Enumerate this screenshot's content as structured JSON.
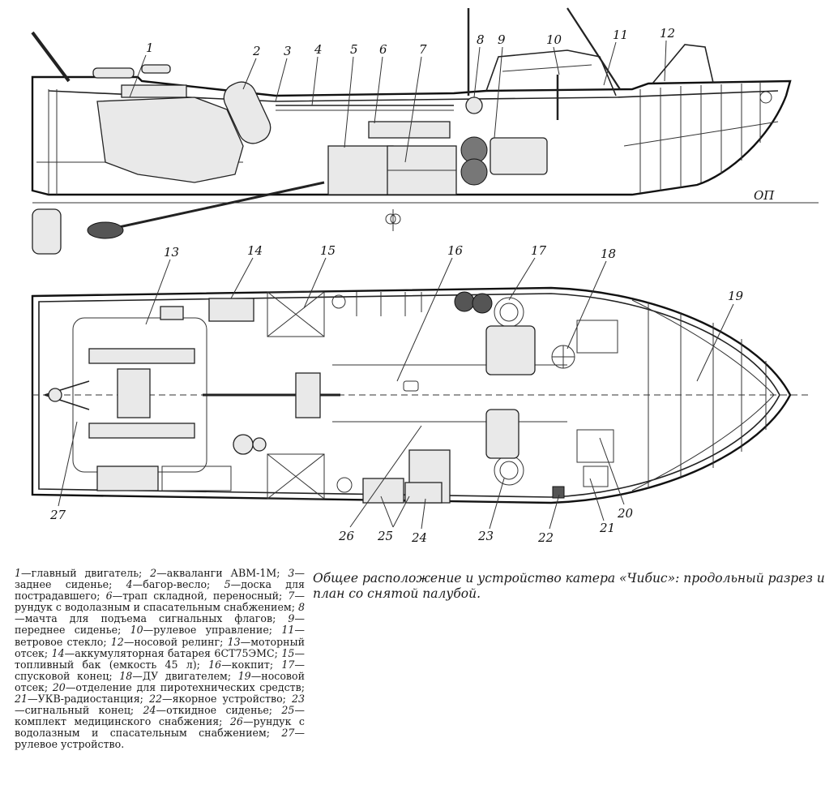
{
  "callouts": {
    "n1": "1",
    "n2": "2",
    "n3": "3",
    "n4": "4",
    "n5": "5",
    "n6": "6",
    "n7": "7",
    "n8": "8",
    "n9": "9",
    "n10": "10",
    "n11": "11",
    "n12": "12",
    "n13": "13",
    "n14": "14",
    "n15": "15",
    "n16": "16",
    "n17": "17",
    "n18": "18",
    "n19": "19",
    "n20": "20",
    "n21": "21",
    "n22": "22",
    "n23": "23",
    "n24": "24",
    "n25": "25",
    "n26": "26",
    "n27": "27",
    "baseline": "ОП"
  },
  "legend": [
    {
      "num": "1",
      "text": "главный двигатель;"
    },
    {
      "num": "2",
      "text": "акваланги АВМ-1М;"
    },
    {
      "num": "3",
      "text": "заднее сиденье;"
    },
    {
      "num": "4",
      "text": "багор-весло;"
    },
    {
      "num": "5",
      "text": "доска для пострадавшего;"
    },
    {
      "num": "6",
      "text": "трап складной, переносный;"
    },
    {
      "num": "7",
      "text": "рундук с водолазным и спасательным снабжением;"
    },
    {
      "num": "8",
      "text": "мачта для подъема сигнальных флагов;"
    },
    {
      "num": "9",
      "text": "переднее сиденье;"
    },
    {
      "num": "10",
      "text": "рулевое управление;"
    },
    {
      "num": "11",
      "text": "ветровое стекло;"
    },
    {
      "num": "12",
      "text": "носовой релинг;"
    },
    {
      "num": "13",
      "text": "моторный отсек;"
    },
    {
      "num": "14",
      "text": "аккумуляторная батарея 6СТ75ЭМС;"
    },
    {
      "num": "15",
      "text": "топливный бак (емкость 45 л);"
    },
    {
      "num": "16",
      "text": "кокпит;"
    },
    {
      "num": "17",
      "text": "спусковой конец;"
    },
    {
      "num": "18",
      "text": "ДУ двигателем;"
    },
    {
      "num": "19",
      "text": "носовой отсек;"
    },
    {
      "num": "20",
      "text": "отделение для пиротехнических средств;"
    },
    {
      "num": "21",
      "text": "УКВ-радиостанция;"
    },
    {
      "num": "22",
      "text": "якорное устройство;"
    },
    {
      "num": "23",
      "text": "сигнальный конец;"
    },
    {
      "num": "24",
      "text": "откидное сиденье;"
    },
    {
      "num": "25",
      "text": "комплект медицинского снабжения;"
    },
    {
      "num": "26",
      "text": "рундук с водолазным и спасательным снабжением;"
    },
    {
      "num": "27",
      "text": "рулевое устройство."
    }
  ],
  "caption": "Общее расположение и устройство катера «Чибис»: продольный разрез и план со снятой палубой."
}
